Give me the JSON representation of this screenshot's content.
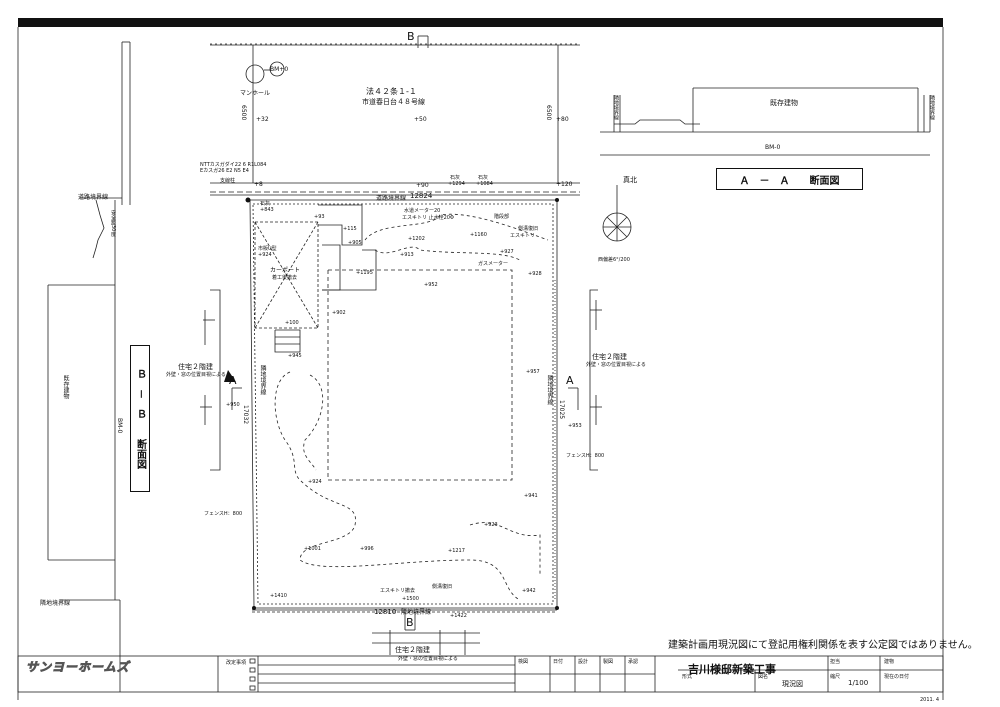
{
  "drawing": {
    "road_article": "法４２条１-１",
    "road_name": "市道春日台４８号線",
    "manhole_label": "マンホール",
    "bm_label": "BM+0",
    "bm_label2": "BM-0",
    "section_a_marker": "A",
    "section_b_marker": "B",
    "dim_top_left": "6500",
    "dim_top_right": "6500",
    "dim_width_top": "12824",
    "dim_width_bottom": "12810",
    "dim_height_left": "17032",
    "dim_height_right": "17025",
    "road_boundary": "道路境界線",
    "road_boundary_left": "道路境界線",
    "adjacent_boundary": "隣地境界線",
    "adjacent_boundary_left": "隣地境界線",
    "existing_building": "既存建物",
    "existing_building_left": "既存建物",
    "house_left_title": "住宅２階建",
    "house_left_sub": "外壁・窓の位置目視による",
    "house_right_title": "住宅２階建",
    "house_right_sub": "外壁・窓の位置目視による",
    "house_bottom_title": "住宅２階建",
    "house_bottom_sub": "外壁・窓の位置目視による",
    "fence_left": "フェンスH：800",
    "fence_right": "フェンスH：800",
    "carport": "カーポート",
    "carport_sub": "着工後撤去",
    "gas_meter": "ガスメーター",
    "water_meter": "水道メーター20",
    "esukitori_left": "エスキトリ 止水栓20Φ",
    "esukitori_right": "エスキトリ",
    "esukitori_bottom": "エスキトリ撤去",
    "side_ditch": "側溝復旧",
    "side_ditch_bottom": "側溝復旧",
    "rock": "石灰",
    "rock2": "石灰",
    "rock3": "石灰",
    "telephone_pole": "NTTカスガダイ22 6 R1L084\nEカスガ26 E2 N5 E4",
    "pole_label": "支線柱",
    "north_label": "真北",
    "magnetic": "西偏差6°/200",
    "stair_label": "階段部",
    "pvc_label": "市販U型",
    "side_walkway": "安全距30度",
    "elevations": {
      "e32": "+32",
      "e50": "+50",
      "e80": "+80",
      "e8": "+8",
      "e90": "+90",
      "e120": "+120",
      "e1294": "+1294",
      "e1084": "+1084",
      "e843": "+843",
      "e93": "+93",
      "e115": "+115",
      "e905": "+905",
      "e1202": "+1202",
      "e1160": "+1160",
      "e927": "+927",
      "e924a": "+924",
      "e913": "+913",
      "e1195": "+1195",
      "e928": "+928",
      "e952": "+952",
      "e902": "+902",
      "e100": "+100",
      "e945": "+945",
      "e957": "+957",
      "e950": "+950",
      "e953": "+953",
      "e924": "+924",
      "e941": "+941",
      "e923": "+923",
      "e1001": "+1001",
      "e996": "+996",
      "e1217": "+1217",
      "e942": "+942",
      "e1410": "+1410",
      "e1500": "+1500",
      "e1422": "+1422"
    },
    "section_aa_title": "Ａ　－　Ａ　　断面図",
    "section_bb_title": "Ｂ　－　Ｂ　　断面図"
  },
  "notice": "建築計画用現況図にて登記用権利関係を表す公定図ではありません。",
  "title_block": {
    "company_logo": "サンヨーホームズ",
    "project_title": "吉川様邸新築工事",
    "drawing_name_label": "図名",
    "drawing_name": "現況図",
    "scale_label": "縮尺",
    "scale": "1/100",
    "revision_label": "改定事項",
    "design_label": "設計",
    "check_label": "検図",
    "date_label": "日付",
    "date_label2": "現在の日付",
    "approval_label": "承認",
    "drawn_label": "製図",
    "form_label": "形式",
    "chief_label": "担当",
    "building_label": "建物",
    "scale_label2": "縮尺",
    "date_stamp": "2011. 4"
  }
}
